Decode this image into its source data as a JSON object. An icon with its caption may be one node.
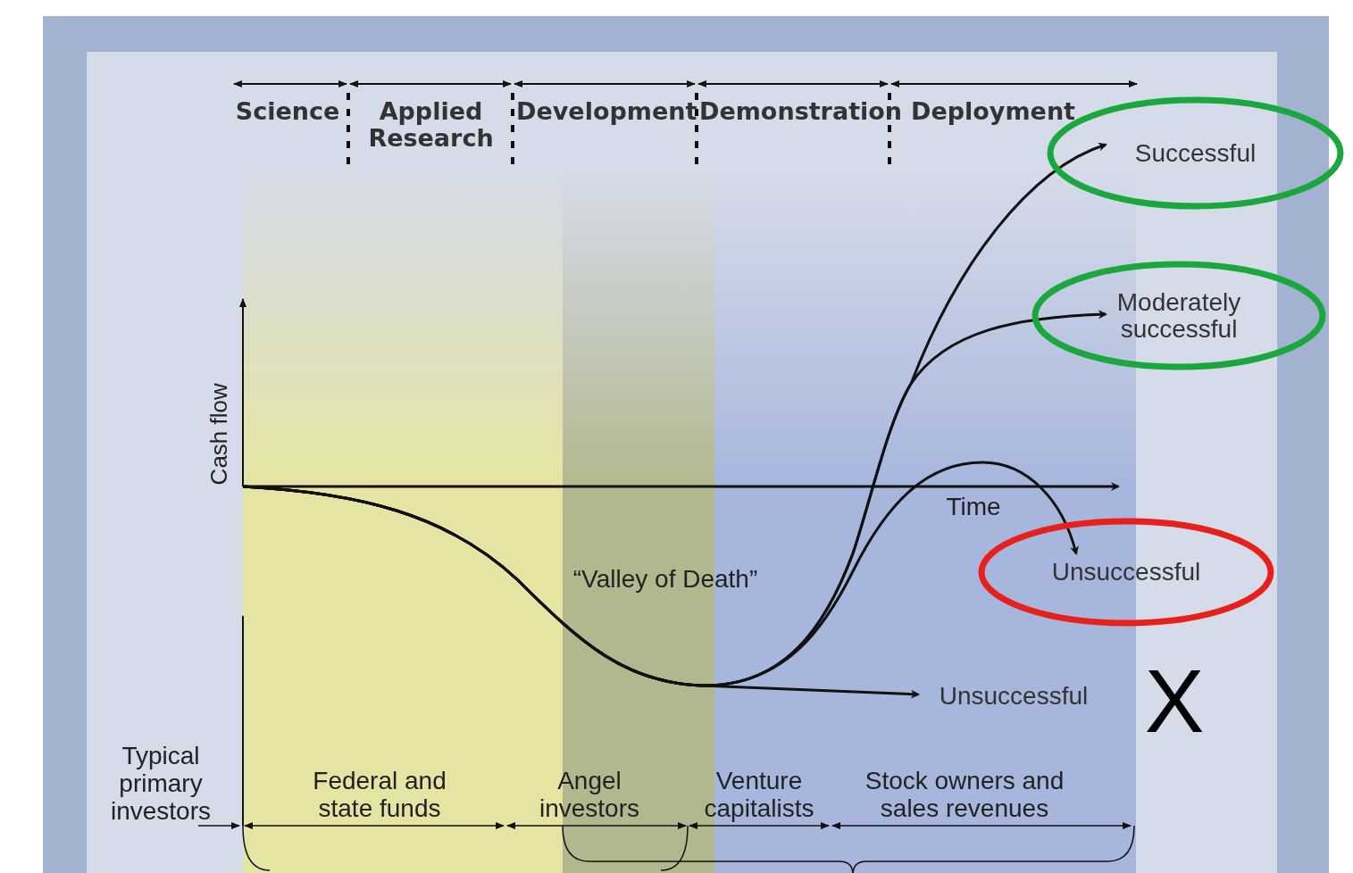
{
  "diagram": {
    "nodes": [
      {
        "text": [
          "Successful"
        ]
      },
      {
        "text": [
          "Moderately successful"
        ]
      },
      {
        "text": [
          "Unsuccessful"
        ]
      },
      {
        "text": [
          "Unsuccessful"
        ]
      }
    ],
    "edges": [
      {
        "from": null,
        "to": 0,
        "arrow": "to"
      },
      {
        "from": null,
        "to": 1,
        "arrow": "to"
      },
      {
        "from": null,
        "to": 2,
        "arrow": "to"
      },
      {
        "from": null,
        "to": 3,
        "arrow": "to"
      }
    ],
    "labels": [
      "Science",
      "Applied Research",
      "Development",
      "Demonstration",
      "Deployment",
      "Cash flow",
      "“Valley of Death”",
      "Time",
      "X",
      "Typical primary investors",
      "Federal and state funds",
      "Angel investors",
      "Venture capitalists",
      "Stock owners and sales revenues"
    ]
  }
}
